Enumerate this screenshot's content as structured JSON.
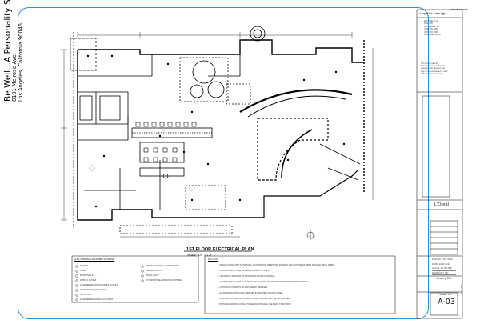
{
  "firm": {
    "logo": "GRAPHISOFT",
    "name": "raquiba design",
    "address": [
      "000 Address st.",
      "Suite 000",
      "Los Angeles, CA",
      "(323) 000 0000",
      "(323) 000 0000",
      "info@raquiba.com"
    ],
    "blurb": "This drawing and the information on it are the sole property of the designer and may not be reproduced or used without written permission."
  },
  "project": {
    "name": "Be Well...A Personality Spa",
    "address": "8101 Melrose Ave.",
    "city": "Los Angeles, California 90046"
  },
  "client": "L'Oreal",
  "info_rows": [
    "PROJECT NO: 0000",
    "DATE: 10.10.2010",
    "SCALE: AS NOTED",
    "DRAWN BY: RD"
  ],
  "drawing_title_label": "Drawing Title",
  "sheet_label": "SHEET 1/8",
  "sheet_number": "A-03",
  "side_date": "08.17.2010",
  "plan": {
    "title": "1ST FLOOR ELECTRICAL PLAN",
    "scale": "SCALE: 1/4\" = 1'-0\""
  },
  "legend": {
    "title": "ELECTRICAL LIGHTING LEGEND",
    "items": [
      "SWITCH",
      "3-WAY",
      "RECEPTACLE",
      "DUPLEX OUTLET",
      "COUNTER MOUNTED DUPLEX OUTLET",
      "FLOOR MOUNTED OUTLET",
      "GFI OUTLET",
      "COUNTER MOUNTED GFI OUTLET"
    ],
    "items_right": [
      "RECESSED DOWN LIGHT FIXTURE",
      "PENDANT LIGHT",
      "TRACK LIGHT",
      "EXTERIOR WALL MOUNTED FIXTURE"
    ]
  },
  "notes": {
    "title": "NOTES:",
    "items": [
      "1. DESIGN CONSULTANT TO PROVIDE LOCATIONS FOR TELEPHONE, INTERNET AND LIGHTING FIXTURES FOR ELECTRICAL WIRING.",
      "2. FLOOR OUTLETS TO BE CENTERED ON BAR FIXTURES.",
      "3. LED DISPLAY MOUNTED TO INTERIOR OF ENTRY ROOM WALL.",
      "4. CONTRACTOR TO VERIFY LOCATION AND QUANTITY OF FIXTURES WITH OWNER PRIOR TO INSTALL.",
      "5. LIGHTING FIXTURES TO BE SPECIFIED BY DESIGNER.",
      "6. ALL EXTERIOR LIGHTS ARE OPERATED BY WEATHER CONTROL PANEL.",
      "7. COUNTER MOUNTED GFI OUTLETS TO BE INSTALLED AT 12\" ABOVE COUNTER.",
      "8. PROVIDE DEDICATED OUTLET TO SERVICE STORAGE, SEE BEAUTY BAR ROOM."
    ]
  }
}
